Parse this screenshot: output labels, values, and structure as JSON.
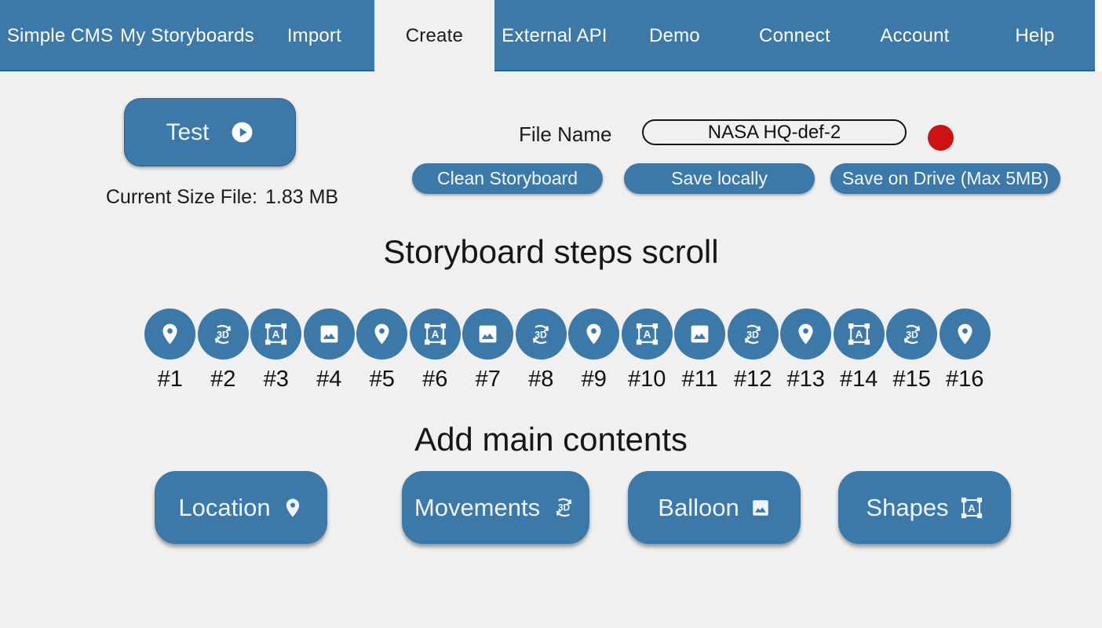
{
  "colors": {
    "accent": "#3c78a8",
    "accent_dark": "#2a618f",
    "background": "#f0f0f1",
    "red_dot": "#cc1212"
  },
  "nav": {
    "items": [
      {
        "label": "Simple CMS",
        "active": false
      },
      {
        "label": "My Storyboards",
        "active": false
      },
      {
        "label": "Import",
        "active": false
      },
      {
        "label": "Create",
        "active": true
      },
      {
        "label": "External API",
        "active": false
      },
      {
        "label": "Demo",
        "active": false
      },
      {
        "label": "Connect",
        "active": false
      },
      {
        "label": "Account",
        "active": false
      },
      {
        "label": "Help",
        "active": false
      }
    ]
  },
  "toolbar": {
    "test_label": "Test",
    "test_icon": "play-circle-icon",
    "current_size_label": "Current Size File:",
    "current_size_value": "1.83 MB",
    "file_name_label": "File Name",
    "file_name_value": "NASA HQ-def-2",
    "status_dot": "red",
    "clean_label": "Clean Storyboard",
    "save_local_label": "Save locally",
    "save_drive_label": "Save on Drive (Max 5MB)"
  },
  "steps": {
    "title": "Storyboard steps scroll",
    "items": [
      {
        "label": "#1",
        "icon": "location"
      },
      {
        "label": "#2",
        "icon": "threeD"
      },
      {
        "label": "#3",
        "icon": "shapes"
      },
      {
        "label": "#4",
        "icon": "image"
      },
      {
        "label": "#5",
        "icon": "location"
      },
      {
        "label": "#6",
        "icon": "shapes"
      },
      {
        "label": "#7",
        "icon": "image"
      },
      {
        "label": "#8",
        "icon": "threeD"
      },
      {
        "label": "#9",
        "icon": "location"
      },
      {
        "label": "#10",
        "icon": "shapes"
      },
      {
        "label": "#11",
        "icon": "image"
      },
      {
        "label": "#12",
        "icon": "threeD"
      },
      {
        "label": "#13",
        "icon": "location"
      },
      {
        "label": "#14",
        "icon": "shapes"
      },
      {
        "label": "#15",
        "icon": "threeD"
      },
      {
        "label": "#16",
        "icon": "location"
      }
    ]
  },
  "contents": {
    "title": "Add main contents",
    "buttons": [
      {
        "label": "Location",
        "icon": "location"
      },
      {
        "label": "Movements",
        "icon": "threeD"
      },
      {
        "label": "Balloon",
        "icon": "image"
      },
      {
        "label": "Shapes",
        "icon": "shapes"
      }
    ]
  }
}
